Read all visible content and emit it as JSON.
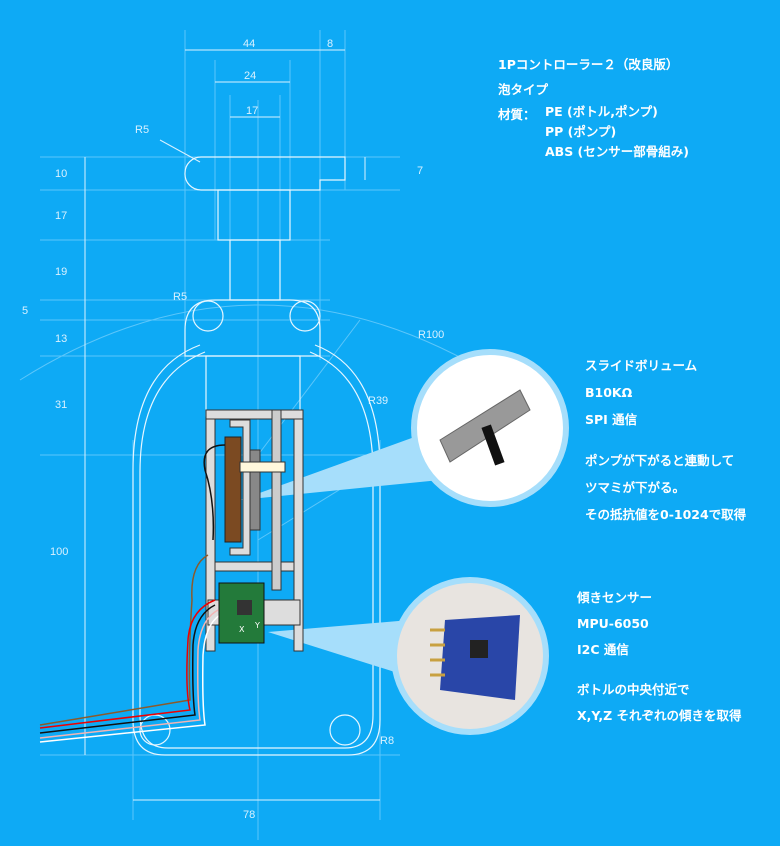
{
  "title": {
    "name": "1Pコントローラー２（改良版）",
    "type": "泡タイプ",
    "material_label": "材質：",
    "materials": [
      "PE (ボトル,ポンプ)",
      "PP (ポンプ)",
      "ABS (センサー部骨組み)"
    ]
  },
  "dimensions": {
    "top_44": "44",
    "top_8": "8",
    "top_24": "24",
    "top_17": "17",
    "left_10": "10",
    "left_17": "17",
    "left_19": "19",
    "left_5": "5",
    "left_13": "13",
    "left_31": "31",
    "left_100": "100",
    "right_7": "7",
    "bottom_78": "78",
    "r5_head": "R5",
    "r5_cap": "R5",
    "r100": "R100",
    "r39": "R39",
    "r8": "R8"
  },
  "slider_callout": {
    "lines": [
      "スライドボリューム",
      "B10KΩ",
      "SPI 通信"
    ],
    "desc": [
      "ポンプが下がると連動して",
      "ツマミが下がる。",
      "その抵抗値を0-1024で取得"
    ]
  },
  "sensor_callout": {
    "lines": [
      "傾きセンサー",
      "MPU-6050",
      "I2C 通信"
    ],
    "desc": [
      "ボトルの中央付近で",
      "X,Y,Z それぞれの傾きを取得"
    ],
    "axis_x": "X",
    "axis_y": "Y"
  },
  "colors": {
    "background": "#0eaaf5",
    "line": "#bfe6ff",
    "callout": "#9fdcfb"
  }
}
